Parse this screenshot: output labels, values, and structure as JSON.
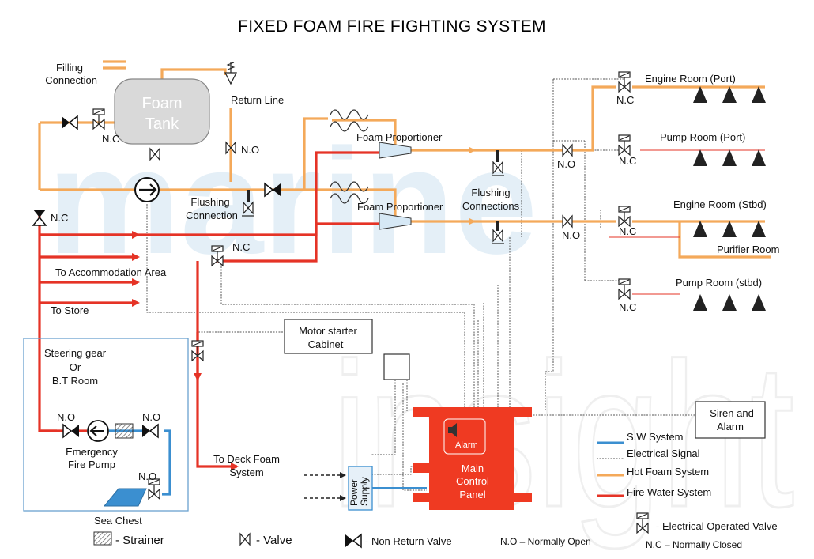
{
  "title": "FIXED FOAM FIRE FIGHTING SYSTEM",
  "watermark": {
    "line1": "marine",
    "line2": "insight"
  },
  "colors": {
    "foam": "#f4a95a",
    "fire_water": "#e53326",
    "sw_system": "#3b8fd0",
    "electrical": "#555555",
    "panel": "#ef3a22",
    "watermark": "#cfe3f1"
  },
  "labels": {
    "filling_connection": "Filling\nConnection",
    "foam_tank": "Foam\nTank",
    "return_line": "Return Line",
    "flushing_connection": "Flushing\nConnection",
    "foam_proportioner_1": "Foam Proportioner",
    "foam_proportioner_2": "Foam Proportioner",
    "flushing_connections": "Flushing\nConnections",
    "engine_room_port": "Engine Room (Port)",
    "pump_room_port": "Pump Room (Port)",
    "engine_room_stbd": "Engine Room (Stbd)",
    "purifier_room": "Purifier Room",
    "pump_room_stbd": "Pump Room (stbd)",
    "to_accommodation": "To Accommodation Area",
    "to_store": "To Store",
    "motor_starter": "Motor starter\nCabinet",
    "steering_gear": "Steering gear\nOr\nB.T Room",
    "emergency_pump": "Emergency\nFire Pump",
    "sea_chest": "Sea Chest",
    "to_deck_foam": "To Deck Foam\nSystem",
    "power_supply": "Power\nSupply",
    "alarm": "Alarm",
    "main_control_panel": "Main\nControl\nPanel",
    "siren_alarm": "Siren and\nAlarm",
    "nc": "N.C",
    "no": "N.O"
  },
  "legend": {
    "sw_system": "S.W System",
    "electrical_signal": "Electrical Signal",
    "hot_foam": "Hot Foam System",
    "fire_water": "Fire Water System",
    "strainer": "- Strainer",
    "valve": "- Valve",
    "non_return_valve": "- Non Return Valve",
    "normally_open": "N.O – Normally Open",
    "electrical_operated_valve": "- Electrical Operated Valve",
    "normally_closed": "N.C – Normally Closed"
  }
}
